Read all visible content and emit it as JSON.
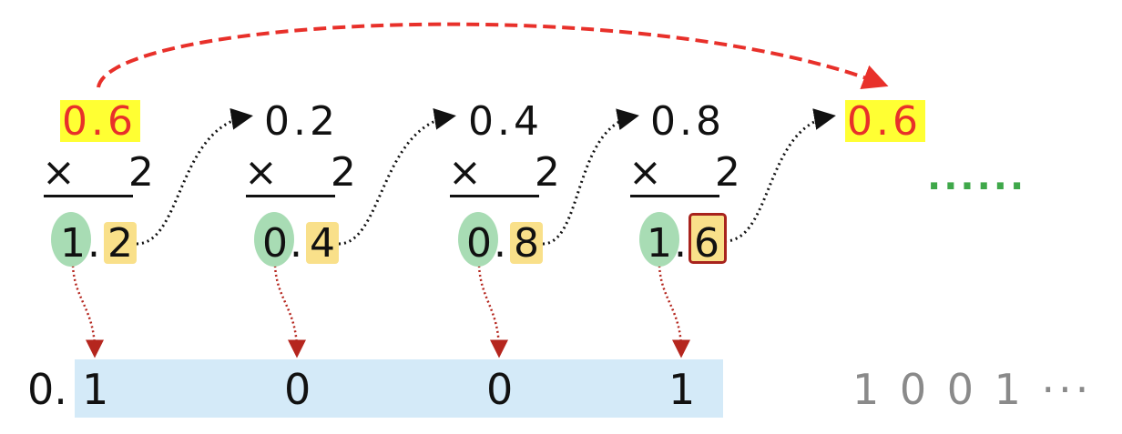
{
  "start_value": "0.6",
  "steps": [
    {
      "multiplicand": "0.6",
      "multiplier": "×   2",
      "int_digit": "1",
      "dot": ".",
      "frac_digit": "2"
    },
    {
      "multiplicand": "0.2",
      "multiplier": "×   2",
      "int_digit": "0",
      "dot": ".",
      "frac_digit": "4"
    },
    {
      "multiplicand": "0.4",
      "multiplier": "×   2",
      "int_digit": "0",
      "dot": ".",
      "frac_digit": "8"
    },
    {
      "multiplicand": "0.8",
      "multiplier": "×   2",
      "int_digit": "1",
      "dot": ".",
      "frac_digit": "6"
    }
  ],
  "repeat_value": "0.6",
  "continuation_dots": "......",
  "result": {
    "prefix": "0.",
    "digits": [
      "1",
      "0",
      "0",
      "1"
    ],
    "repeat_tail": "1 0 0 1 ···"
  },
  "colors": {
    "highlight_yellow": "#ffff33",
    "red_text": "#e8302a",
    "int_ellipse": "#a8dcb4",
    "frac_box": "#f9e08a",
    "frac_box_border": "#a8231d",
    "result_band": "#d4eaf8",
    "arrow_red": "#e8302a",
    "arrow_dark_red": "#b5261e",
    "continuation_green": "#3fa84a",
    "tail_grey": "#8a8a8a"
  }
}
